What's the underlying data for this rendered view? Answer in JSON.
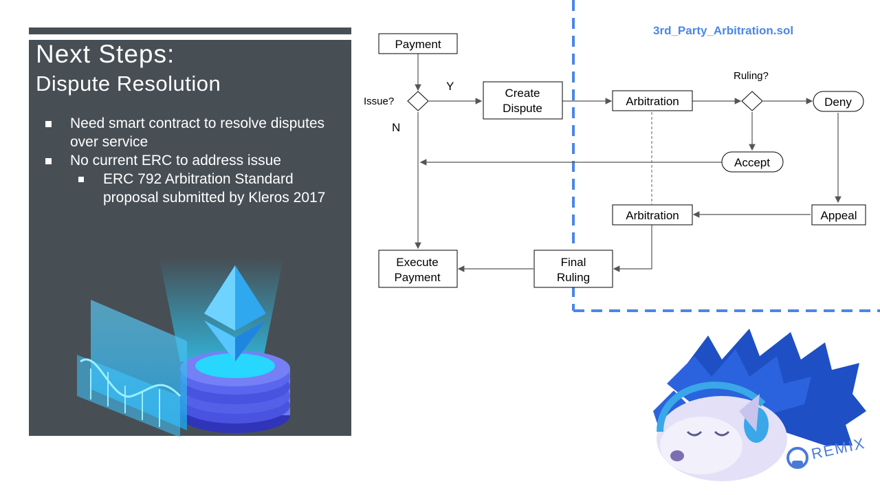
{
  "slide": {
    "title": "Next Steps:",
    "subtitle": "Dispute Resolution",
    "bullets": [
      "Need smart contract to resolve disputes over service",
      "No current ERC to address issue"
    ],
    "sub_bullets": [
      "ERC 792 Arbitration Standard proposal submitted by Kleros 2017"
    ],
    "panel_color": "#474f55",
    "accent_blue": "#4a86e8"
  },
  "diagram": {
    "contract_label": "3rd_Party_Arbitration.sol",
    "nodes": {
      "payment": "Payment",
      "create_dispute": [
        "Create",
        "Dispute"
      ],
      "arbitration_top": "Arbitration",
      "deny": "Deny",
      "accept": "Accept",
      "appeal": "Appeal",
      "arbitration_bottom": "Arbitration",
      "execute_payment": [
        "Execute",
        "Payment"
      ],
      "final_ruling": [
        "Final",
        "Ruling"
      ]
    },
    "decisions": {
      "issue": "Issue?",
      "ruling": "Ruling?"
    },
    "edge_labels": {
      "yes": "Y",
      "no": "N"
    }
  },
  "mascot": {
    "logo_text": "REMIX",
    "icon": "remix-hedgehog-mascot"
  },
  "art": {
    "icon": "ethereum-coin-stack-illustration"
  }
}
